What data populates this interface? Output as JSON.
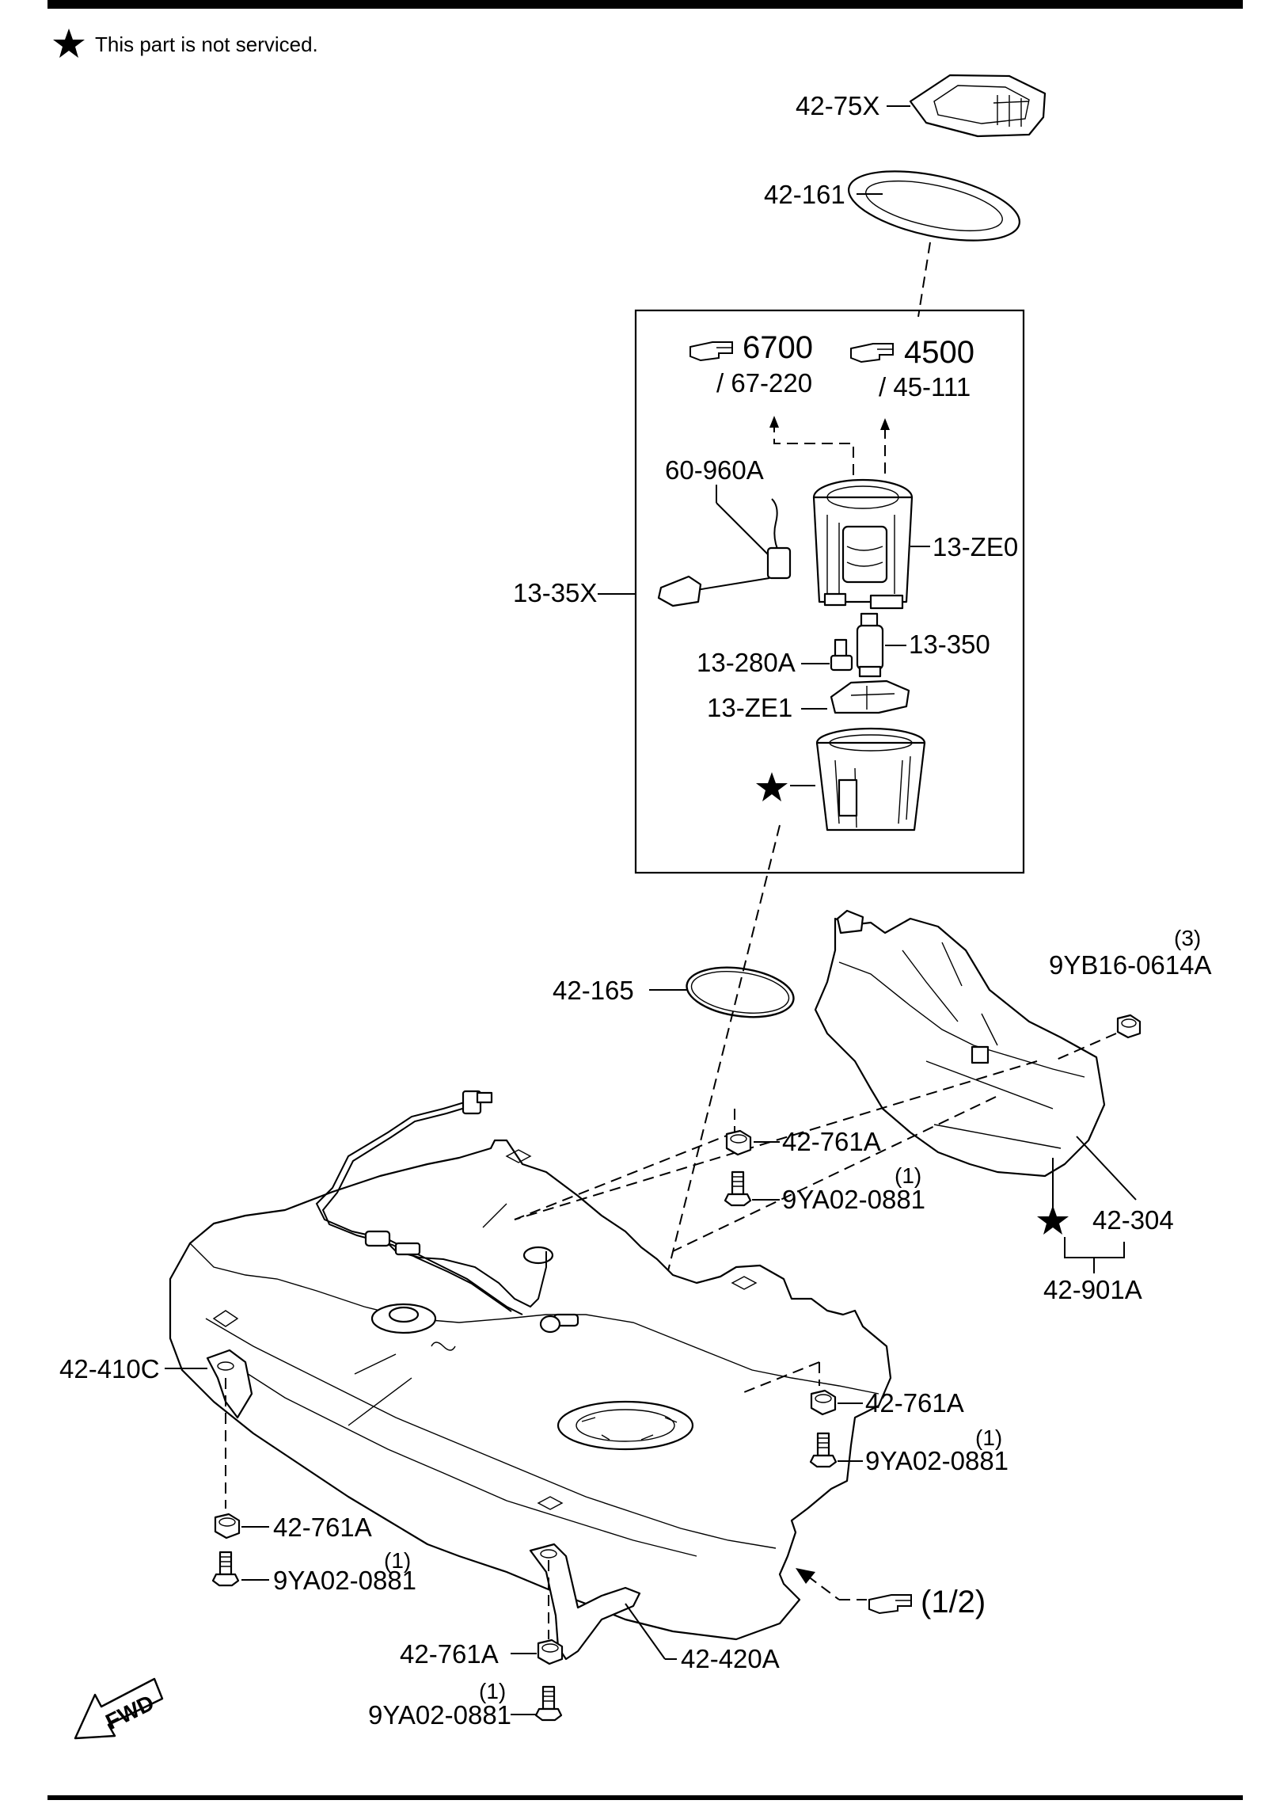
{
  "note": {
    "icon": "star-icon",
    "text": "This part is not serviced."
  },
  "labels": {
    "l_42_75X": "42-75X",
    "l_42_161": "42-161",
    "ref_6700": "6700",
    "ref_67_220": "/ 67-220",
    "ref_4500": "4500",
    "ref_45_111": "/ 45-111",
    "l_60_960A": "60-960A",
    "l_13_35X": "13-35X",
    "l_13_ZE0": "13-ZE0",
    "l_13_350": "13-350",
    "l_13_280A": "13-280A",
    "l_13_ZE1": "13-ZE1",
    "l_42_165": "42-165",
    "q_3": "(3)",
    "l_9YB16_0614A": "9YB16-0614A",
    "l_42_761A_a": "42-761A",
    "q_1a": "(1)",
    "l_9YA02_0881_a": "9YA02-0881",
    "l_42_304": "42-304",
    "l_42_901A": "42-901A",
    "l_42_410C": "42-410C",
    "l_42_761A_b": "42-761A",
    "q_1b": "(1)",
    "l_9YA02_0881_b": "9YA02-0881",
    "l_42_761A_c": "42-761A",
    "q_1c": "(1)",
    "l_9YA02_0881_c": "9YA02-0881",
    "ref_1_2": "(1/2)",
    "l_42_761A_d": "42-761A",
    "l_42_420A": "42-420A",
    "q_1d": "(1)",
    "l_9YA02_0881_d": "9YA02-0881",
    "fwd": "FWD"
  },
  "icons": [
    "star-icon",
    "pointing-hand-icon",
    "fwd-arrow-icon"
  ]
}
